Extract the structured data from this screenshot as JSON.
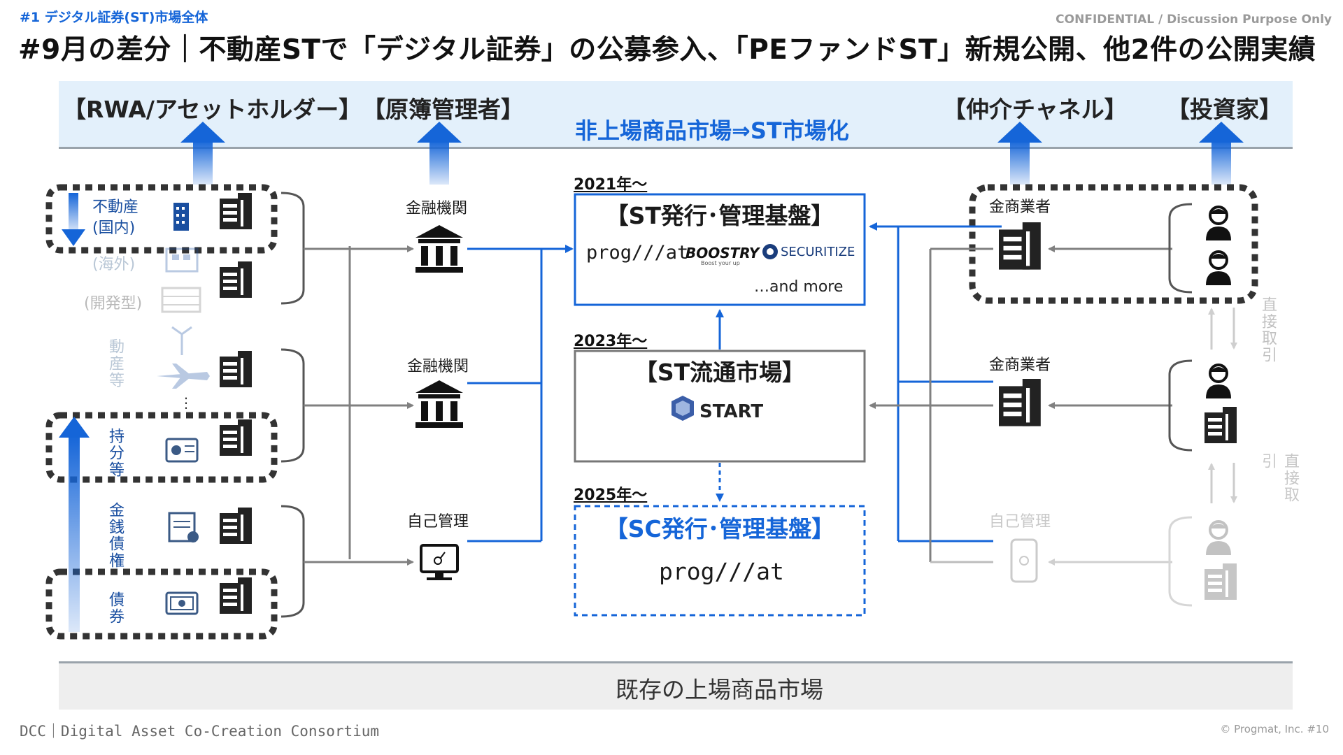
{
  "header": {
    "section_tag": "#1  デジタル証券(ST)市場全体",
    "confidential": "CONFIDENTIAL / Discussion Purpose Only",
    "title": "#9月の差分｜不動産STで「デジタル証券」の公募参入、「PEファンドST」新規公開、他2件の公開実績"
  },
  "roles": {
    "rwa": "【RWA/アセットホルダー】",
    "registry": "【原簿管理者】",
    "channel": "【仲介チャネル】",
    "investor": "【投資家】"
  },
  "top_band_label": "非上場商品市場⇒ST市場化",
  "bottom_band_label": "既存の上場商品市場",
  "assets": {
    "real_estate_domestic": "不動産\n(国内)",
    "overseas": "(海外)",
    "development": "(開発型)",
    "movable": "動産等",
    "equity": "持分等",
    "monetary_claims": "金銭債権",
    "bonds": "債券",
    "ellipsis": "⋮"
  },
  "registry": {
    "fi_1": "金融機関",
    "fi_2": "金融機関",
    "self": "自己管理"
  },
  "platform": {
    "year_2021": "2021年～",
    "st_platform_title": "【ST発行･管理基盤】",
    "logo_progmat": "prog///at",
    "logo_boostry": "BOOSTRY",
    "logo_boostry_sub": "Boost your up",
    "logo_securitize": "SECURITIZE",
    "and_more": "…and more",
    "year_2023": "2023年～",
    "st_market_title": "【ST流通市場】",
    "logo_start": "START",
    "year_2025": "2025年～",
    "sc_platform_title": "【SC発行･管理基盤】",
    "logo_progmat_sc": "prog///at"
  },
  "channel": {
    "broker_1": "金商業者",
    "broker_2": "金商業者",
    "self": "自己管理"
  },
  "direct_trade": "直接取引",
  "footer": {
    "org": "DCC｜Digital Asset Co-Creation Consortium",
    "copyright": "© Progmat, Inc.    #10"
  },
  "colors": {
    "accent_blue": "#1565d8",
    "band_blue": "#e3f0fb",
    "dark": "#222222",
    "gray_line": "#808080"
  }
}
